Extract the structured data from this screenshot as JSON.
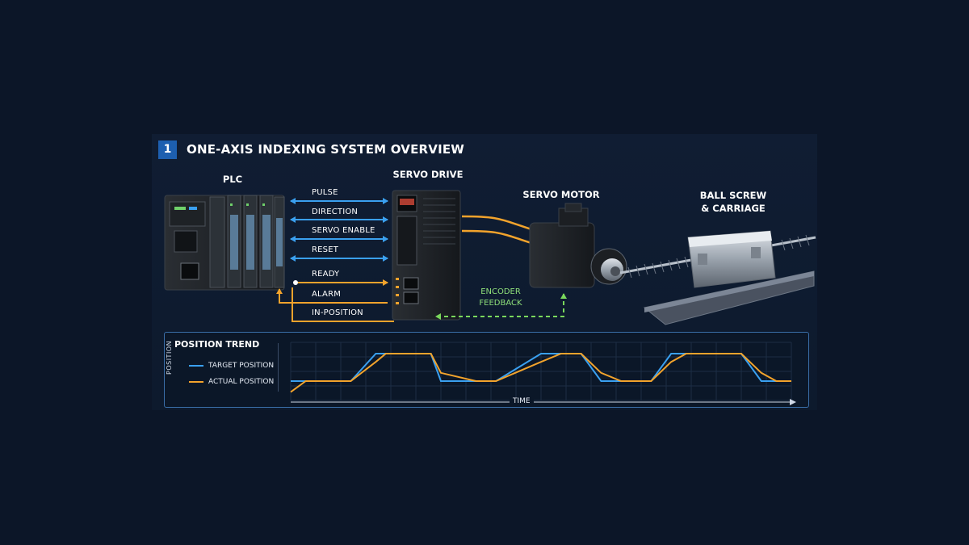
{
  "header": {
    "step": "1",
    "title": "ONE-AXIS INDEXING SYSTEM OVERVIEW"
  },
  "components": {
    "plc": "PLC",
    "servo_drive": "SERVO DRIVE",
    "servo_motor": "SERVO MOTOR",
    "ball_screw_line1": "BALL SCREW",
    "ball_screw_line2": "& CARRIAGE"
  },
  "signals": {
    "pulse": "PULSE",
    "direction": "DIRECTION",
    "servo_enable": "SERVO ENABLE",
    "reset": "RESET",
    "ready": "READY",
    "alarm": "ALARM",
    "in_position": "IN-POSITION",
    "encoder_line1": "ENCODER",
    "encoder_line2": "FEEDBACK"
  },
  "colors": {
    "command": "#3aa0f0",
    "status": "#f2a32c",
    "feedback": "#7ad85c",
    "badge": "#1d5fb0"
  },
  "trend": {
    "title": "POSITION TREND",
    "y_axis": "POSITION",
    "x_axis": "TIME",
    "legend_target": "TARGET POSITION",
    "legend_actual": "ACTUAL POSITION"
  },
  "chart_data": {
    "type": "line",
    "title": "POSITION TREND",
    "xlabel": "TIME",
    "ylabel": "POSITION",
    "x": [
      0,
      3,
      5,
      8,
      12,
      17,
      19,
      24,
      28,
      30,
      37,
      41,
      50,
      54,
      58,
      62,
      66,
      72,
      76,
      79,
      81,
      85,
      90,
      94,
      97,
      100
    ],
    "series": [
      {
        "name": "TARGET POSITION",
        "values": [
          0,
          0,
          0,
          0,
          0,
          1,
          1,
          1,
          1,
          0,
          0,
          0,
          1,
          1,
          1,
          0,
          0,
          0,
          1,
          1,
          1,
          1,
          1,
          0,
          0,
          0
        ]
      },
      {
        "name": "ACTUAL POSITION",
        "values": [
          -0.4,
          0,
          0,
          0,
          0,
          0.7,
          1,
          1,
          1,
          0.3,
          0,
          0,
          0.7,
          1,
          1,
          0.3,
          0,
          0,
          0.7,
          1,
          1,
          1,
          1,
          0.3,
          0,
          0
        ]
      }
    ]
  }
}
